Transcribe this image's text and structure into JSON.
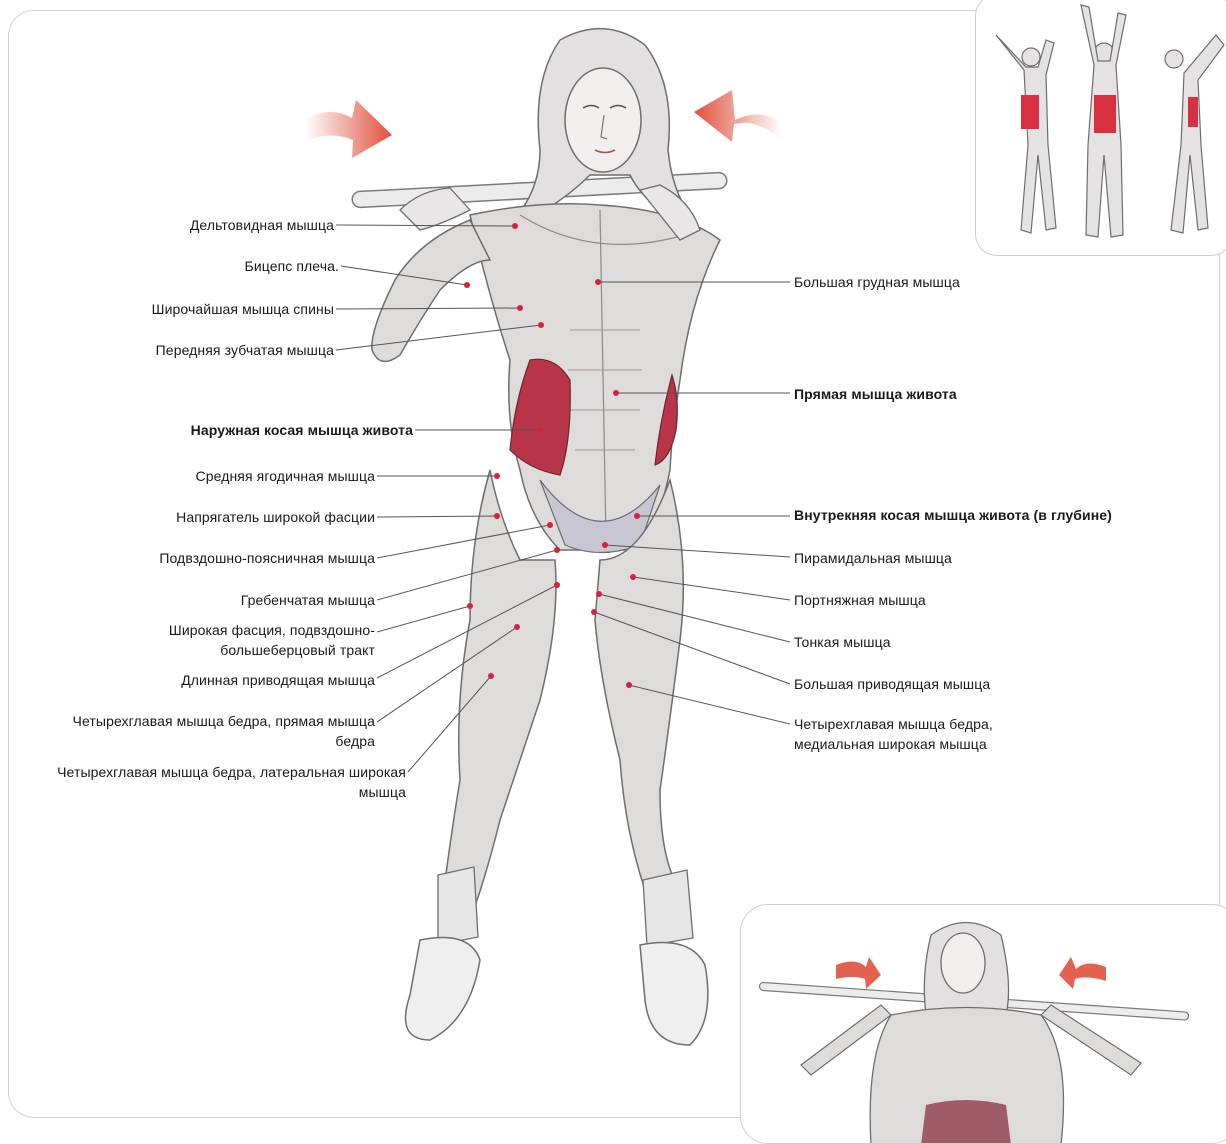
{
  "labels_left": [
    {
      "id": "deltoid",
      "text": "Дельтовидная мышца",
      "bold": false
    },
    {
      "id": "biceps",
      "text": "Бицепс плеча.",
      "bold": false
    },
    {
      "id": "latissimus",
      "text": "Широчайшая мышца спины",
      "bold": false
    },
    {
      "id": "serratus",
      "text": "Передняя зубчатая мышца",
      "bold": false
    },
    {
      "id": "external-oblique",
      "text": "Наружная косая мышца живота",
      "bold": true
    },
    {
      "id": "gluteus-medius",
      "text": "Средняя ягодичная мышца",
      "bold": false
    },
    {
      "id": "tensor-fasciae",
      "text": "Напрягатель широкой фасции",
      "bold": false
    },
    {
      "id": "iliopsoas",
      "text": "Подвздошно-поясничная мышца",
      "bold": false
    },
    {
      "id": "pectineus",
      "text": "Гребенчатая мышца",
      "bold": false
    },
    {
      "id": "iliotibial",
      "text": "Широкая фасция, подвздошно-большеберцовый тракт",
      "bold": false
    },
    {
      "id": "adductor-longus",
      "text": "Длинная приводящая мышца",
      "bold": false
    },
    {
      "id": "rectus-femoris",
      "text": "Четырехглавая мышца бедра, прямая мышца бедра",
      "bold": false
    },
    {
      "id": "vastus-lateralis",
      "text": "Четырехглавая мышца бедра, латеральная широкая мышца",
      "bold": false
    }
  ],
  "labels_right": [
    {
      "id": "pectoralis-major",
      "text": "Большая грудная мышца",
      "bold": false
    },
    {
      "id": "rectus-abdominis",
      "text": "Прямая мышца живота",
      "bold": true
    },
    {
      "id": "internal-oblique",
      "text": "Внутрекняя косая мышца живота (в глубине)",
      "bold": true
    },
    {
      "id": "pyramidalis",
      "text": "Пирамидальная мышца",
      "bold": false
    },
    {
      "id": "sartorius",
      "text": "Портняжная мышца",
      "bold": false
    },
    {
      "id": "gracilis",
      "text": "Тонкая мышца",
      "bold": false
    },
    {
      "id": "adductor-magnus",
      "text": "Большая приводящая мышца",
      "bold": false
    },
    {
      "id": "vastus-medialis",
      "text": "Четырехглавая мышца бедра, медиальная широкая мышца",
      "bold": false
    }
  ],
  "colors": {
    "arrow": "#e0503c",
    "highlight_muscle": "#c8283a",
    "marker_dot": "#d8203a",
    "leader_line": "#555555",
    "sketch": "#6e6e6e",
    "muscle_fill": "#d9d6d6"
  }
}
